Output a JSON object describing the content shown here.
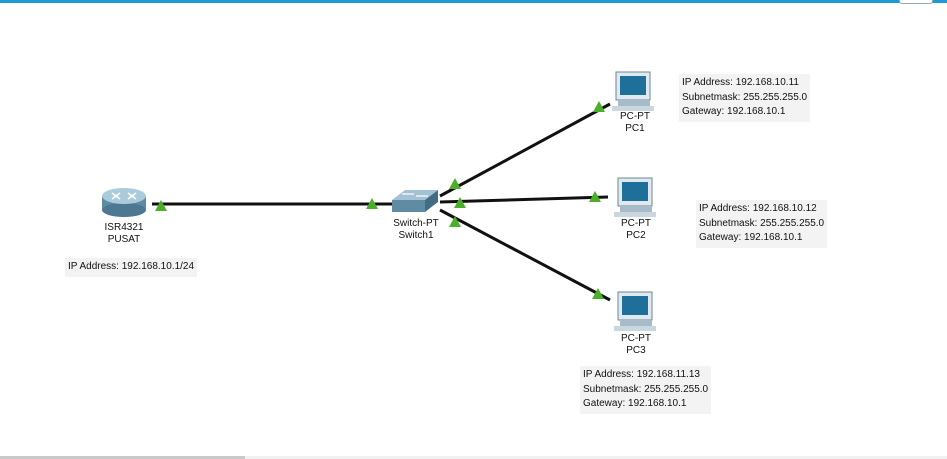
{
  "colors": {
    "link": "#111111",
    "port_up": "#4caf2a",
    "accent_bar": "#1b9ad6",
    "note_bg": "#f3f3f3"
  },
  "devices": {
    "router": {
      "model": "ISR4321",
      "name": "PUSAT",
      "icon": "router-icon"
    },
    "switch": {
      "model": "Switch-PT",
      "name": "Switch1",
      "icon": "switch-icon"
    },
    "pc1": {
      "model": "PC-PT",
      "name": "PC1",
      "icon": "pc-icon"
    },
    "pc2": {
      "model": "PC-PT",
      "name": "PC2",
      "icon": "pc-icon"
    },
    "pc3": {
      "model": "PC-PT",
      "name": "PC3",
      "icon": "pc-icon"
    }
  },
  "notes": {
    "router": {
      "ip": "IP Address: 192.168.10.1/24"
    },
    "pc1": {
      "ip": "IP Address: 192.168.10.11",
      "mask": "Subnetmask: 255.255.255.0",
      "gateway": "Gateway: 192.168.10.1"
    },
    "pc2": {
      "ip": "IP Address: 192.168.10.12",
      "mask": "Subnetmask: 255.255.255.0",
      "gateway": "Gateway: 192.168.10.1"
    },
    "pc3": {
      "ip": "IP Address: 192.168.11.13",
      "mask": "Subnetmask: 255.255.255.0",
      "gateway": "Gateway: 192.168.10.1"
    }
  }
}
